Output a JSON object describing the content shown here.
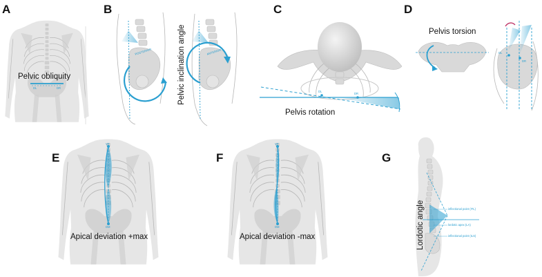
{
  "colors": {
    "accent": "#2a9fd0",
    "body": "#e6e6e6",
    "bone": "#cfcfcf"
  },
  "panels": {
    "A": {
      "letter": "A",
      "caption": "Pelvic obliquity",
      "tick_left": "DL",
      "tick_right": "DR"
    },
    "B": {
      "letter": "B",
      "caption": "Pelvic inclination angle",
      "label_left": "POSTERIOR",
      "label_right": "ANTERIOR"
    },
    "C": {
      "letter": "C",
      "caption": "Pelvis rotation",
      "tick_left": "DL",
      "tick_right": "DR"
    },
    "D": {
      "letter": "D",
      "caption": "Pelvis torsion",
      "tick_left": "DL",
      "tick_right": "DR"
    },
    "E": {
      "letter": "E",
      "caption": "Apical deviation +max",
      "top_label": "VP",
      "bottom_label": "DM"
    },
    "F": {
      "letter": "F",
      "caption": "Apical deviation -max",
      "top_label": "VP",
      "bottom_label": "DM"
    },
    "G": {
      "letter": "G",
      "caption": "Lordotic angle",
      "annotations": [
        "inflectional point (ITL)",
        "lordotic apex (LA)",
        "inflectional point (ILS)"
      ]
    }
  }
}
